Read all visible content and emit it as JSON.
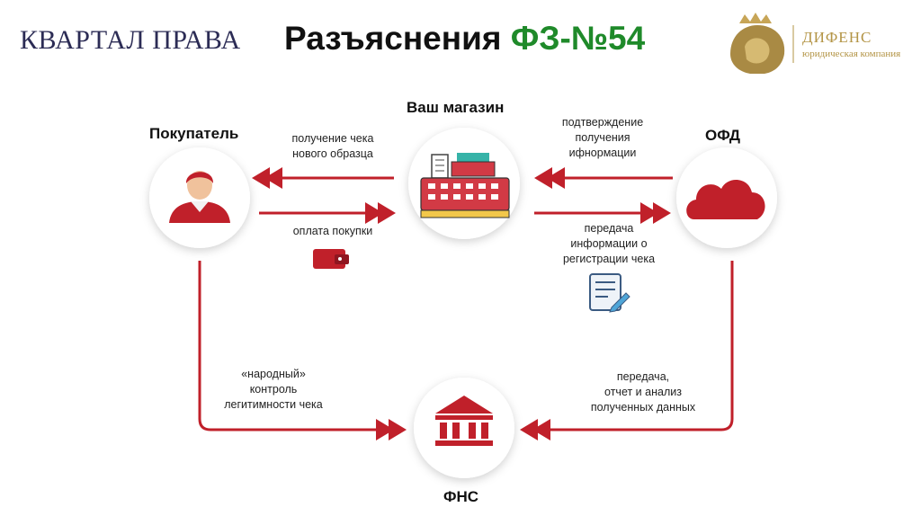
{
  "header": {
    "left_logo": "КВАРТАЛ ПРАВА",
    "title_main": "Разъяснения ",
    "title_accent": "ФЗ-№54",
    "right_logo_name": "ДИФЕНС",
    "right_logo_sub": "юридическая компания"
  },
  "nodes": {
    "buyer": "Покупатель",
    "shop": "Ваш магазин",
    "ofd": "ОФД",
    "fns": "ФНС"
  },
  "labels": {
    "receipt_get": [
      "получение чека",
      "нового образца"
    ],
    "payment": [
      "оплата покупки"
    ],
    "confirm": [
      "подтверждение",
      "получения",
      "ифнормации"
    ],
    "transfer_info": [
      "передача",
      "информации о",
      "регистрации чека"
    ],
    "people_control": [
      "«народный»",
      "контроль",
      "легитимности чека"
    ],
    "transfer_report": [
      "передача,",
      "отчет и анализ",
      "полученных данных"
    ]
  },
  "colors": {
    "accent_red": "#c0202a",
    "title_green": "#1f8a2a",
    "brand_gold": "#b39445"
  }
}
